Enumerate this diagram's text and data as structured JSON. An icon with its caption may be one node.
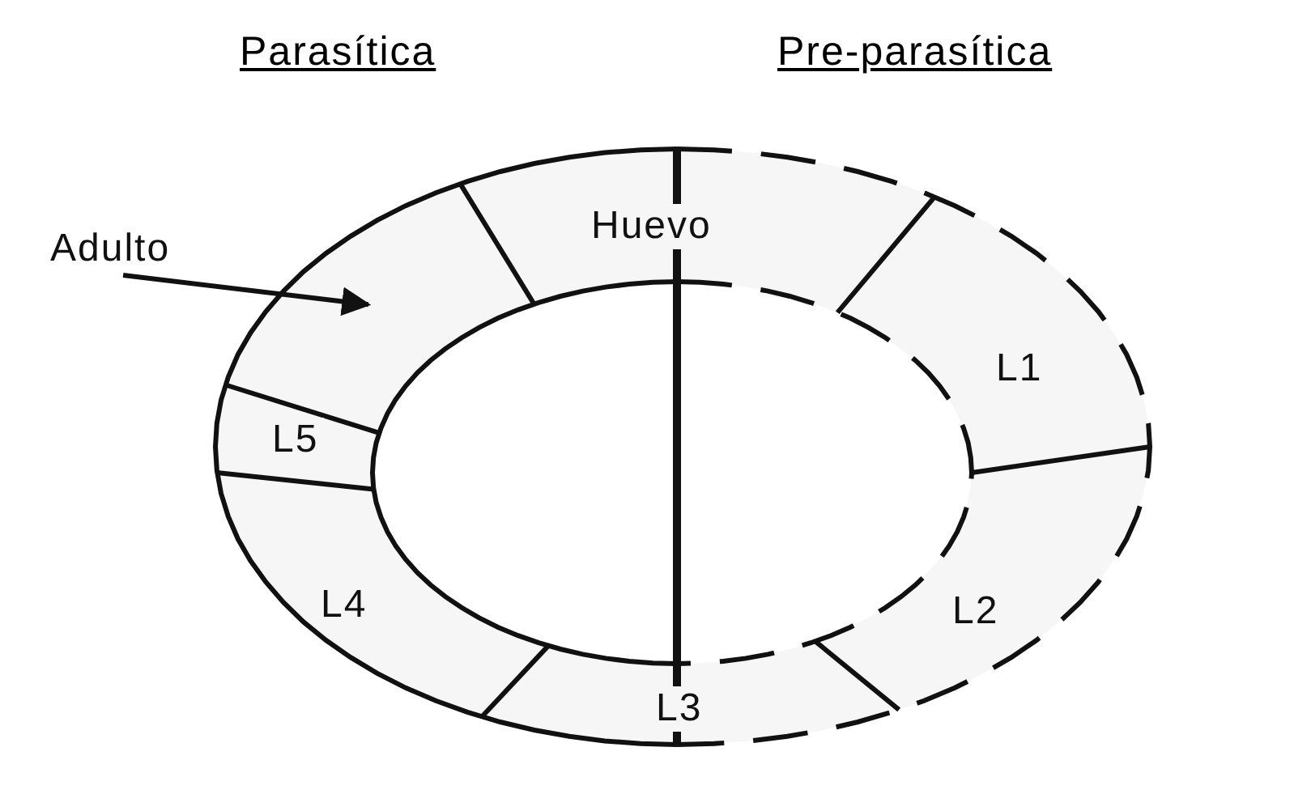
{
  "diagram": {
    "nodes": [
      {
        "text": [
          "Adulto"
        ]
      },
      {
        "text": [],
        "shape": "band"
      },
      {
        "text": [
          "Huevo"
        ]
      },
      {
        "text": [
          "L1"
        ]
      },
      {
        "text": [
          "L5"
        ]
      },
      {
        "text": [
          "L4"
        ]
      },
      {
        "text": [
          "L2"
        ]
      },
      {
        "text": [
          "L3"
        ]
      }
    ],
    "edges": [
      {
        "from": 0,
        "to": 1,
        "arrow": "to"
      }
    ],
    "labels": [
      "Parasítica",
      "Pre-parasítica"
    ]
  }
}
